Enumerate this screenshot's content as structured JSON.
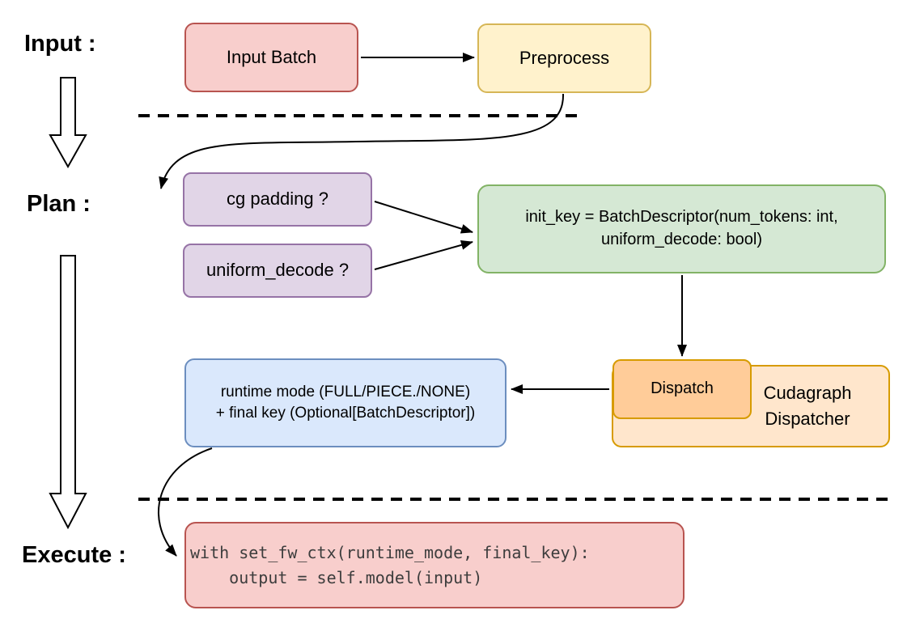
{
  "diagram": {
    "stage_labels": {
      "input": "Input :",
      "plan": "Plan :",
      "execute": "Execute :"
    },
    "nodes": {
      "input_batch": "Input Batch",
      "preprocess": "Preprocess",
      "cg_padding": "cg padding ?",
      "uniform_decode": "uniform_decode ?",
      "init_key_line1": "init_key = BatchDescriptor(num_tokens: int,",
      "init_key_line2": "uniform_decode: bool)",
      "dispatch": "Dispatch",
      "cudagraph_dispatcher_line1": "Cudagraph",
      "cudagraph_dispatcher_line2": "Dispatcher",
      "runtime_mode_line1": "runtime mode (FULL/PIECE./NONE)",
      "runtime_mode_line2": "+ final key (Optional[BatchDescriptor])",
      "execute_code_line1": "with set_fw_ctx(runtime_mode, final_key):",
      "execute_code_line2": "    output = self.model(input)"
    },
    "colors": {
      "red_fill": "#f8cecc",
      "red_border": "#b85450",
      "yellow_fill": "#fff2cc",
      "yellow_border": "#d6b656",
      "purple_fill": "#e1d5e7",
      "purple_border": "#9673a6",
      "green_fill": "#d5e8d4",
      "green_border": "#82b366",
      "orange_fill": "#ffe6cc",
      "orange_inner_fill": "#ffcc99",
      "orange_border": "#d79b00",
      "blue_fill": "#dae8fc",
      "blue_border": "#6c8ebf",
      "arrow": "#000000"
    }
  }
}
